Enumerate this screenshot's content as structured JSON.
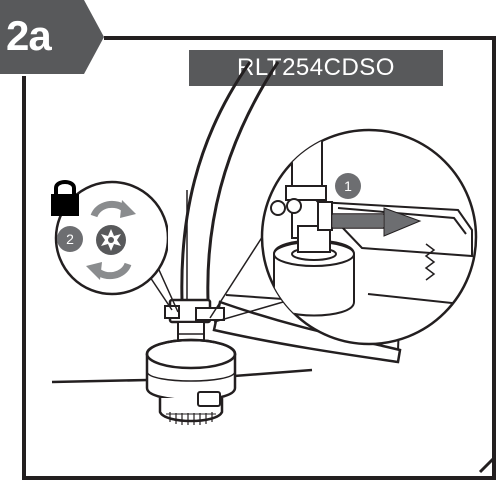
{
  "step": {
    "label": "2a"
  },
  "model": {
    "label": "RLT254CDSO"
  },
  "callouts": [
    {
      "number": "1"
    },
    {
      "number": "2"
    }
  ],
  "icons": {
    "lock": "lock-icon",
    "rotate": "rotate-arrows-icon",
    "push_arrow": "push-arrow-icon"
  },
  "colors": {
    "badge": "#58595b",
    "line": "#231f20",
    "callout": "#6d6e71"
  }
}
